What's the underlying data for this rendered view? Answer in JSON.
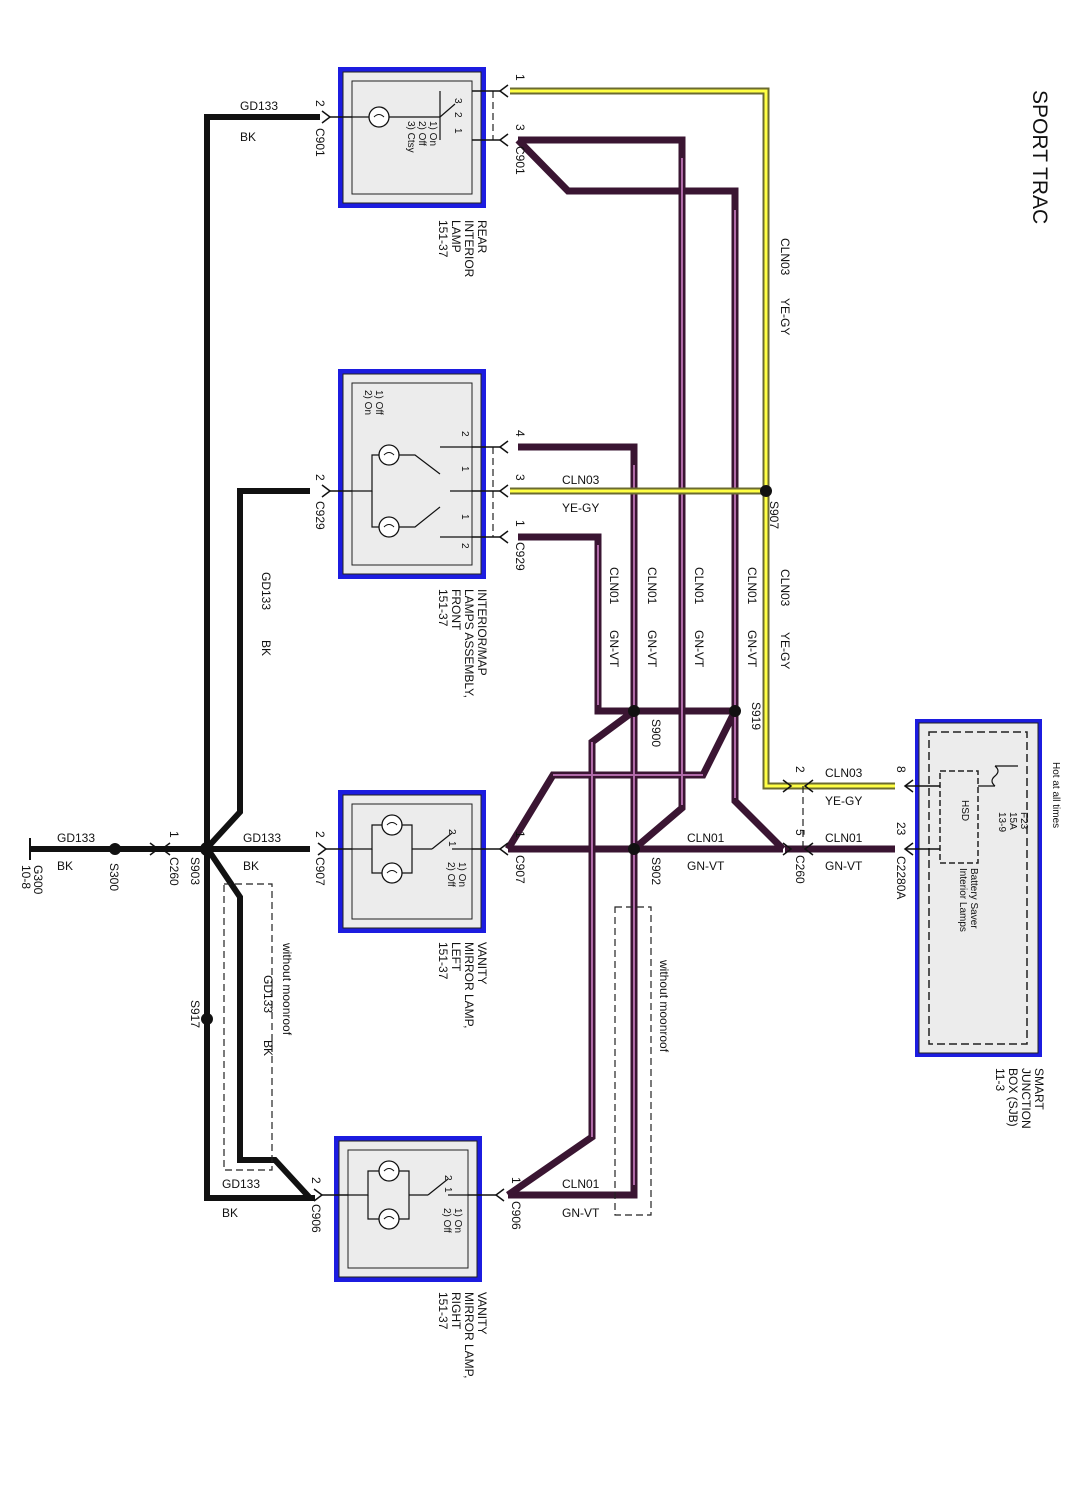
{
  "title": "SPORT TRAC",
  "colors": {
    "black_wire": "#111111",
    "violet_wire": "#3a1532",
    "violet_wire_core": "#b06aa8",
    "yellow_wire_edge": "#6b6b30",
    "yellow_wire_core": "#ffff44",
    "component_border": "#1c1ce0",
    "component_fill": "#ececec"
  },
  "components": {
    "rear_lamp": {
      "name": [
        "REAR",
        "INTERIOR",
        "LAMP",
        "151-37"
      ],
      "switch_positions": [
        "1) On",
        "2) Off",
        "3) Ctsy"
      ],
      "left_connector": "C901",
      "left_pin": "2",
      "right_connector": "C901",
      "right_pin_a": "1",
      "right_pin_b": "3",
      "switch_pins": [
        "3",
        "2",
        "1"
      ]
    },
    "front_lamp": {
      "name": [
        "INTERIOR/MAP",
        "LAMPS ASSEMBLY,",
        "FRONT",
        "151-37"
      ],
      "switch_positions": [
        "1) Off",
        "2) On"
      ],
      "left_connector": "C929",
      "left_pin": "2",
      "right_connector": "C929",
      "right_pin_a": "4",
      "right_pin_b": "3",
      "right_pin_c": "1",
      "switch_pins": [
        "2",
        "1",
        "1",
        "2"
      ]
    },
    "vanity_left": {
      "name": [
        "VANITY",
        "MIRROR LAMP,",
        "LEFT",
        "151-37"
      ],
      "switch_positions": [
        "1) On",
        "2) Off"
      ],
      "left_connector": "C907",
      "left_pin": "2",
      "right_connector": "C907",
      "right_pin": "1",
      "switch_pins": [
        "2",
        "1"
      ]
    },
    "vanity_right": {
      "name": [
        "VANITY",
        "MIRROR LAMP,",
        "RIGHT",
        "151-37"
      ],
      "switch_positions": [
        "1) On",
        "2) Off"
      ],
      "left_connector": "C906",
      "left_pin": "2",
      "right_connector": "C906",
      "right_pin": "1",
      "switch_pins": [
        "2",
        "1"
      ]
    },
    "sjb": {
      "name": [
        "SMART",
        "JUNCTION",
        "BOX (SJB)",
        "11-3"
      ],
      "hot_label": "Hot at all times",
      "fuse": [
        "F23",
        "15A",
        "13-9"
      ],
      "hsd": "HSD",
      "inner_label": [
        "Battery Saver",
        "Interior Lamps"
      ],
      "connector": "C2280A",
      "pin_a": "8",
      "pin_b": "23"
    }
  },
  "connectors": {
    "c260": "C260",
    "c260_pin_a": "2",
    "c260_pin_b": "5",
    "c260_pin_left": "1",
    "g300": [
      "G300",
      "10-8"
    ]
  },
  "splices": {
    "s907": "S907",
    "s919": "S919",
    "s900": "S900",
    "s902": "S902",
    "s903": "S903",
    "s917": "S917",
    "s300": "S300"
  },
  "wires": {
    "gd133": "GD133",
    "bk": "BK",
    "cln03": "CLN03",
    "ye_gy": "YE-GY",
    "cln01": "CLN01",
    "gn_vt": "GN-VT",
    "without_moonroof": "without moonroof"
  }
}
